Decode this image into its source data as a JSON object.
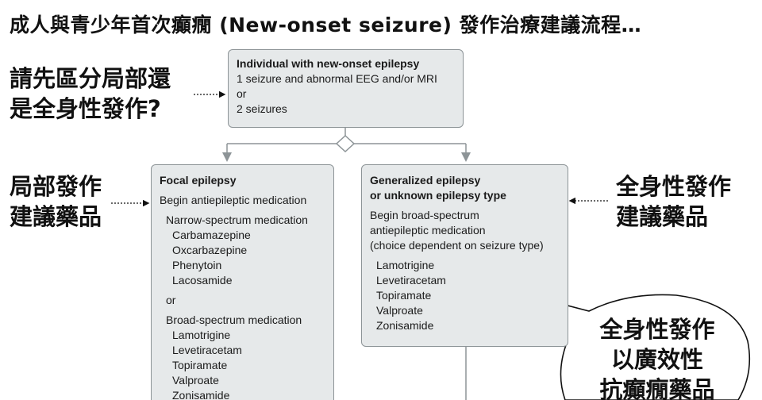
{
  "title": "成人與青少年首次癲癇 (New-onset seizure) 發作治療建議流程…",
  "notes": {
    "distinguish": [
      "請先區分局部還",
      "是全身性發作?"
    ],
    "focal": [
      "局部發作",
      "建議藥品"
    ],
    "generalized": [
      "全身性發作",
      "建議藥品"
    ],
    "bubble": [
      "全身性發作",
      "以廣效性",
      "抗癲癇藥品"
    ]
  },
  "top_box": {
    "heading": "Individual with new-onset epilepsy",
    "lines": [
      "1 seizure and abnormal EEG and/or MRI",
      "or",
      "2 seizures"
    ]
  },
  "focal_box": {
    "heading": "Focal epilepsy",
    "begin": "Begin antiepileptic medication",
    "narrow_label": "Narrow-spectrum medication",
    "narrow_drugs": [
      "Carbamazepine",
      "Oxcarbazepine",
      "Phenytoin",
      "Lacosamide"
    ],
    "or": "or",
    "broad_label": "Broad-spectrum medication",
    "broad_drugs": [
      "Lamotrigine",
      "Levetiracetam",
      "Topiramate",
      "Valproate",
      "Zonisamide"
    ]
  },
  "generalized_box": {
    "heading": [
      "Generalized epilepsy",
      "or unknown epilepsy type"
    ],
    "begin": [
      "Begin broad-spectrum",
      "antiepileptic medication",
      "(choice dependent on seizure type)"
    ],
    "drugs": [
      "Lamotrigine",
      "Levetiracetam",
      "Topiramate",
      "Valproate",
      "Zonisamide"
    ]
  },
  "colors": {
    "box_fill": "#e6e9ea",
    "box_border": "#8d9497",
    "line": "#8d9497",
    "text": "#111111"
  }
}
